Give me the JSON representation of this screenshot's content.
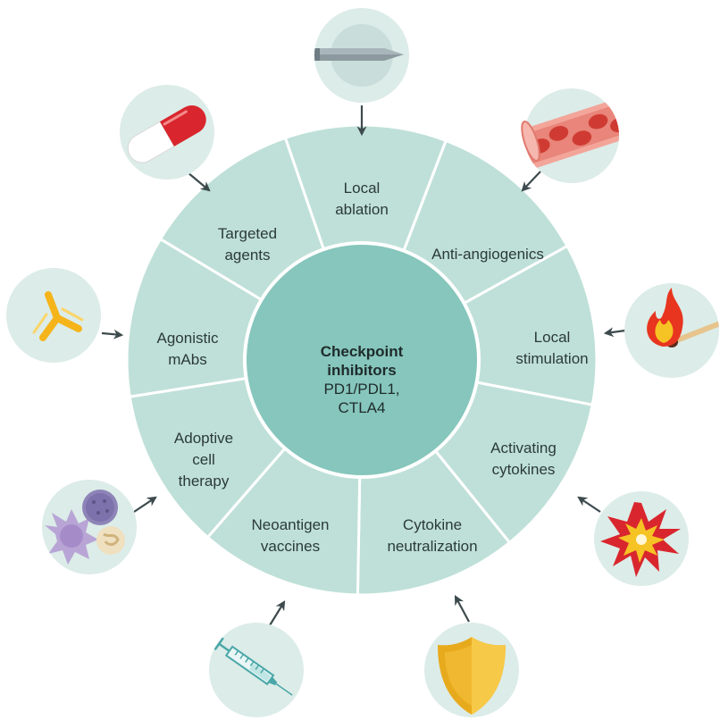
{
  "center": {
    "title_lines": [
      "Checkpoint",
      "inhibitors"
    ],
    "subtitle_lines": [
      "PD1/PDL1,",
      "CTLA4"
    ]
  },
  "segments": [
    {
      "id": "local-ablation",
      "lines": [
        "Local",
        "ablation"
      ],
      "icon": "ablation-needle-icon"
    },
    {
      "id": "anti-angiogenics",
      "lines": [
        "Anti-angiogenics"
      ],
      "icon": "blood-vessel-icon"
    },
    {
      "id": "local-stimulation",
      "lines": [
        "Local",
        "stimulation"
      ],
      "icon": "burning-match-icon"
    },
    {
      "id": "activating-cytokines",
      "lines": [
        "Activating",
        "cytokines"
      ],
      "icon": "explosion-burst-icon"
    },
    {
      "id": "cytokine-neutralization",
      "lines": [
        "Cytokine",
        "neutralization"
      ],
      "icon": "shield-icon"
    },
    {
      "id": "neoantigen-vaccines",
      "lines": [
        "Neoantigen",
        "vaccines"
      ],
      "icon": "syringe-icon"
    },
    {
      "id": "adoptive-cell-therapy",
      "lines": [
        "Adoptive",
        "cell",
        "therapy"
      ],
      "icon": "immune-cells-icon"
    },
    {
      "id": "agonistic-mabs",
      "lines": [
        "Agonistic",
        "mAbs"
      ],
      "icon": "antibody-icon"
    },
    {
      "id": "targeted-agents",
      "lines": [
        "Targeted",
        "agents"
      ],
      "icon": "pill-capsule-icon"
    }
  ],
  "colors": {
    "ring_fill": "#bfe0d8",
    "ring_border": "#ffffff",
    "center_fill": "#86c6bc",
    "icon_circle": "#dcece8",
    "arrow": "#3d4a4d"
  }
}
